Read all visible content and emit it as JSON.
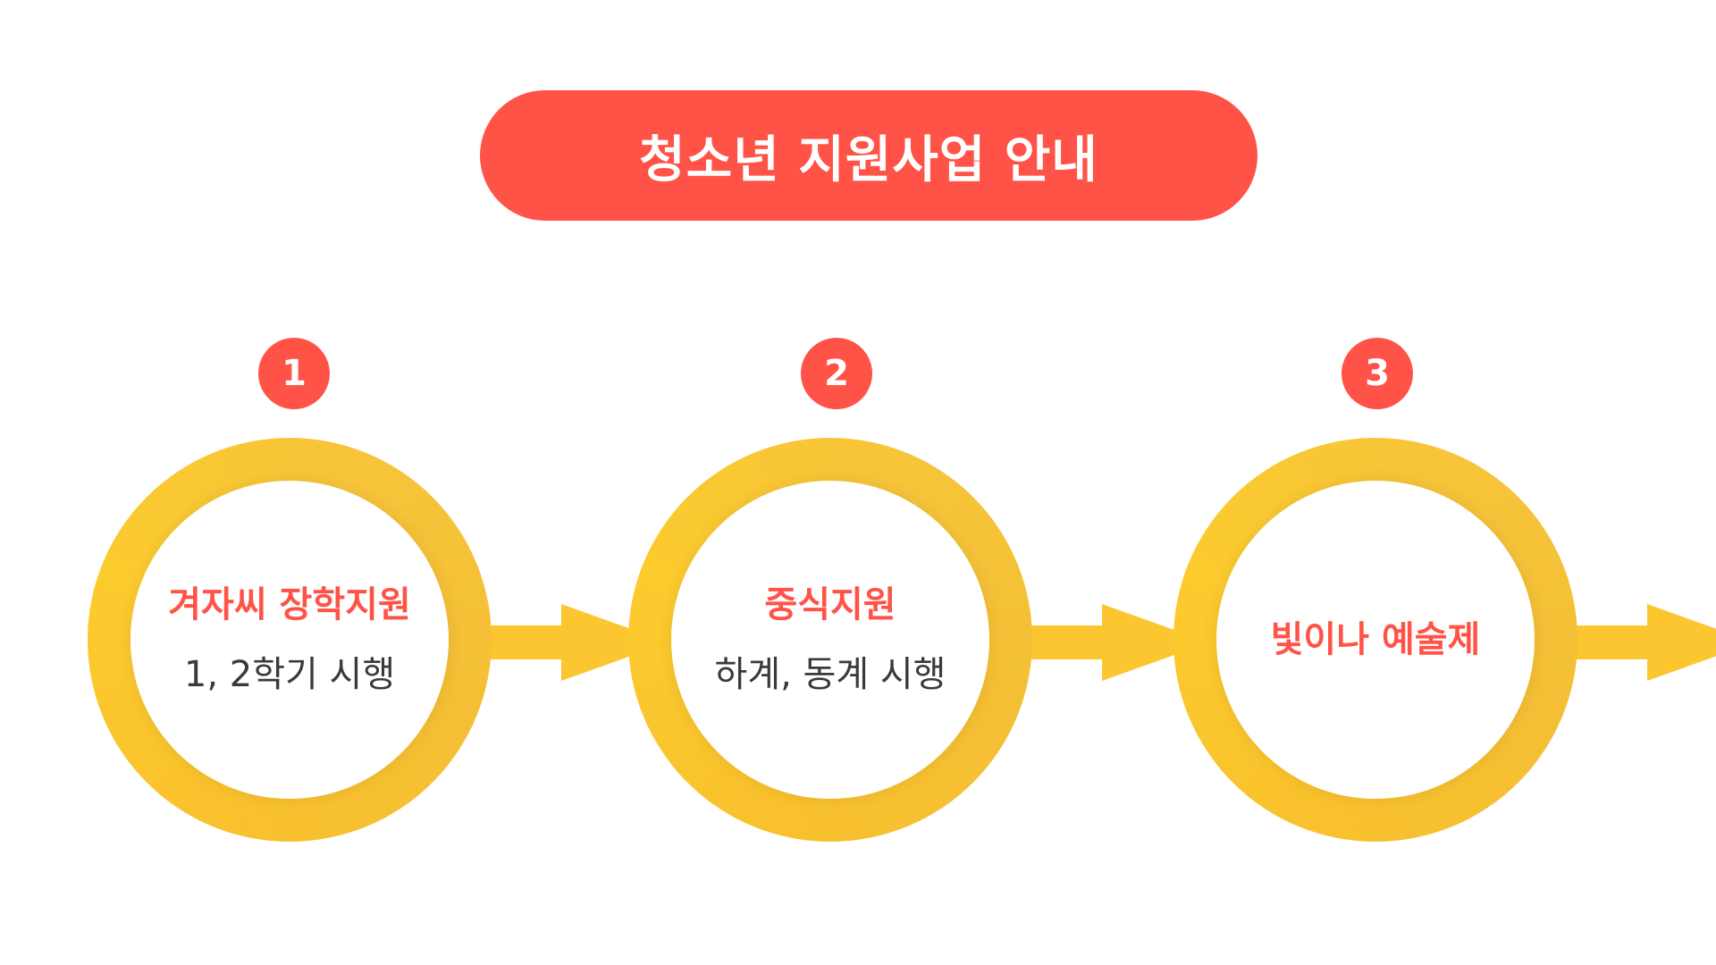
{
  "title": "청소년 지원사업 안내",
  "colors": {
    "accent": "#ff5347",
    "ring": "#fbc62f",
    "text": "#3a3a3a"
  },
  "steps": [
    {
      "number": "1",
      "title": "겨자씨 장학지원",
      "subtitle": "1, 2학기 시행"
    },
    {
      "number": "2",
      "title": "중식지원",
      "subtitle": "하계, 동계 시행"
    },
    {
      "number": "3",
      "title": "빛이나 예술제",
      "subtitle": ""
    }
  ]
}
